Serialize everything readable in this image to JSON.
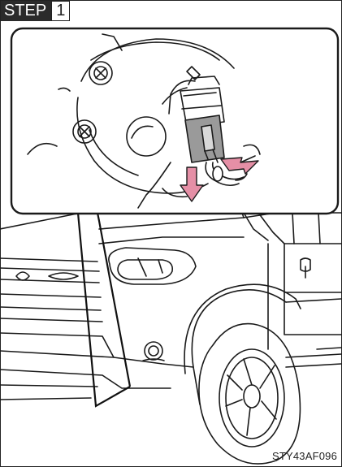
{
  "step": {
    "word": "STEP",
    "number": "1"
  },
  "illustration": {
    "code": "STY43AF096",
    "arrow_color": "#e58fa6",
    "callout": "removing the fog light bulb connector by pressing the release tab and pulling it out",
    "vehicle": "front of pickup truck with fog light location indicated"
  }
}
